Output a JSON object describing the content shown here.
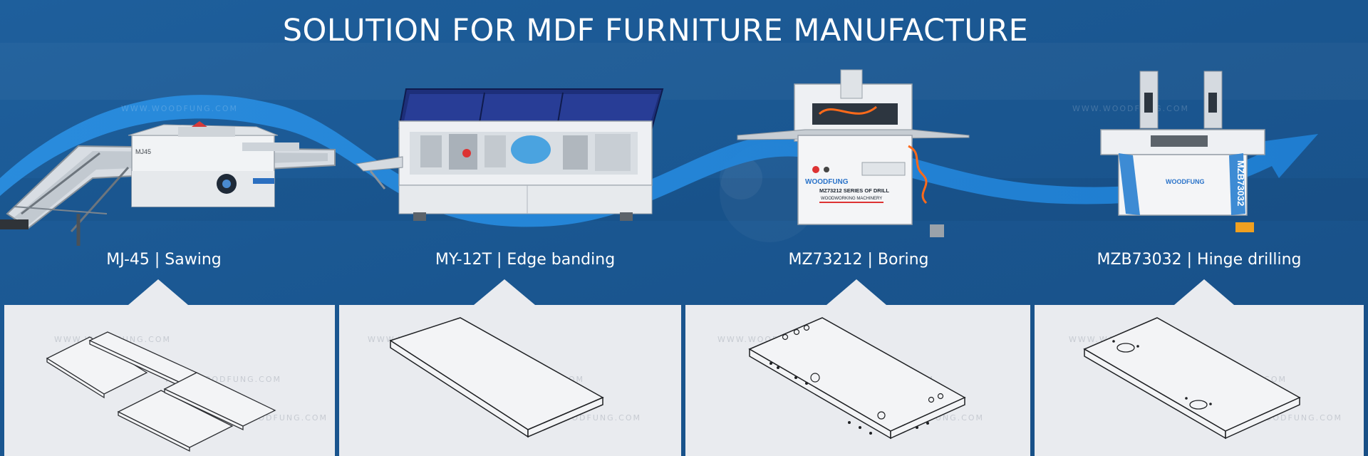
{
  "banner": {
    "title": "SOLUTION FOR MDF FURNITURE MANUFACTURE",
    "watermark": "WWW.WOODFUNG.COM"
  },
  "colors": {
    "background": "#1c5b96",
    "panel": "#e9ebef",
    "arrow": "#2a86d8",
    "text": "#ffffff"
  },
  "steps": [
    {
      "label": "MJ-45 | Sawing",
      "machine": "sliding-table-saw",
      "machine_text": "MJ45"
    },
    {
      "label": "MY-12T | Edge banding",
      "machine": "edge-banding-machine"
    },
    {
      "label": "MZ73212 | Boring",
      "machine": "multi-boring-machine",
      "machine_text": [
        "WOODFUNG",
        "MZ73212 SERIES OF DRILL",
        "WOODWORKING MACHINERY"
      ]
    },
    {
      "label": "MZB73032 | Hinge drilling",
      "machine": "hinge-drilling-machine",
      "machine_text": [
        "WOODFUNG",
        "MZB73032"
      ]
    }
  ]
}
